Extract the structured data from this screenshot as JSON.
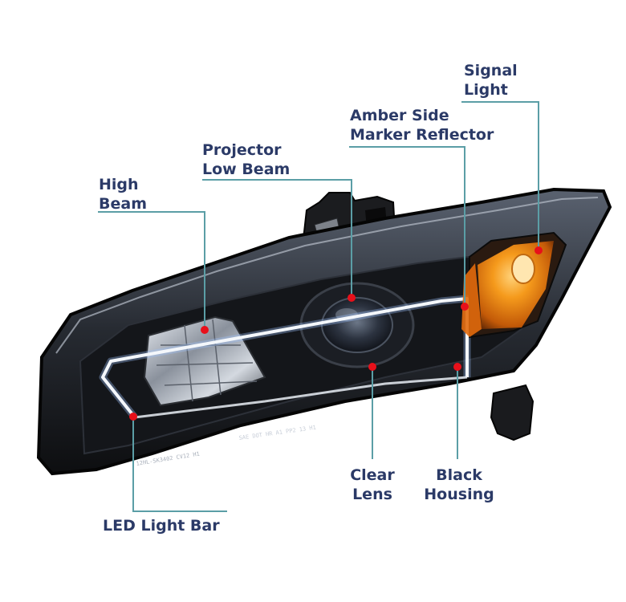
{
  "colors": {
    "label_text": "#2b3a67",
    "leader_line": "#5b9ea6",
    "marker_dot": "#e8101a",
    "housing": "#141414",
    "amber": "#f08a12",
    "led_bar": "#f4f7fb"
  },
  "labels": {
    "signal_light": {
      "line1": "Signal",
      "line2": "Light"
    },
    "amber_side_marker": {
      "line1": "Amber Side",
      "line2": "Marker Reflector"
    },
    "projector_low_beam": {
      "line1": "Projector",
      "line2": "Low Beam"
    },
    "high_beam": {
      "line1": "High",
      "line2": "Beam"
    },
    "clear_lens": {
      "line1": "Clear",
      "line2": "Lens"
    },
    "black_housing": {
      "line1": "Black",
      "line2": "Housing"
    },
    "led_light_bar": {
      "line1": "LED Light Bar"
    }
  },
  "lens_stamp": "SAE DOT HR A1 PP2 13 H1",
  "lens_stamp_2": "12HL-SK3402 CV12 H1"
}
